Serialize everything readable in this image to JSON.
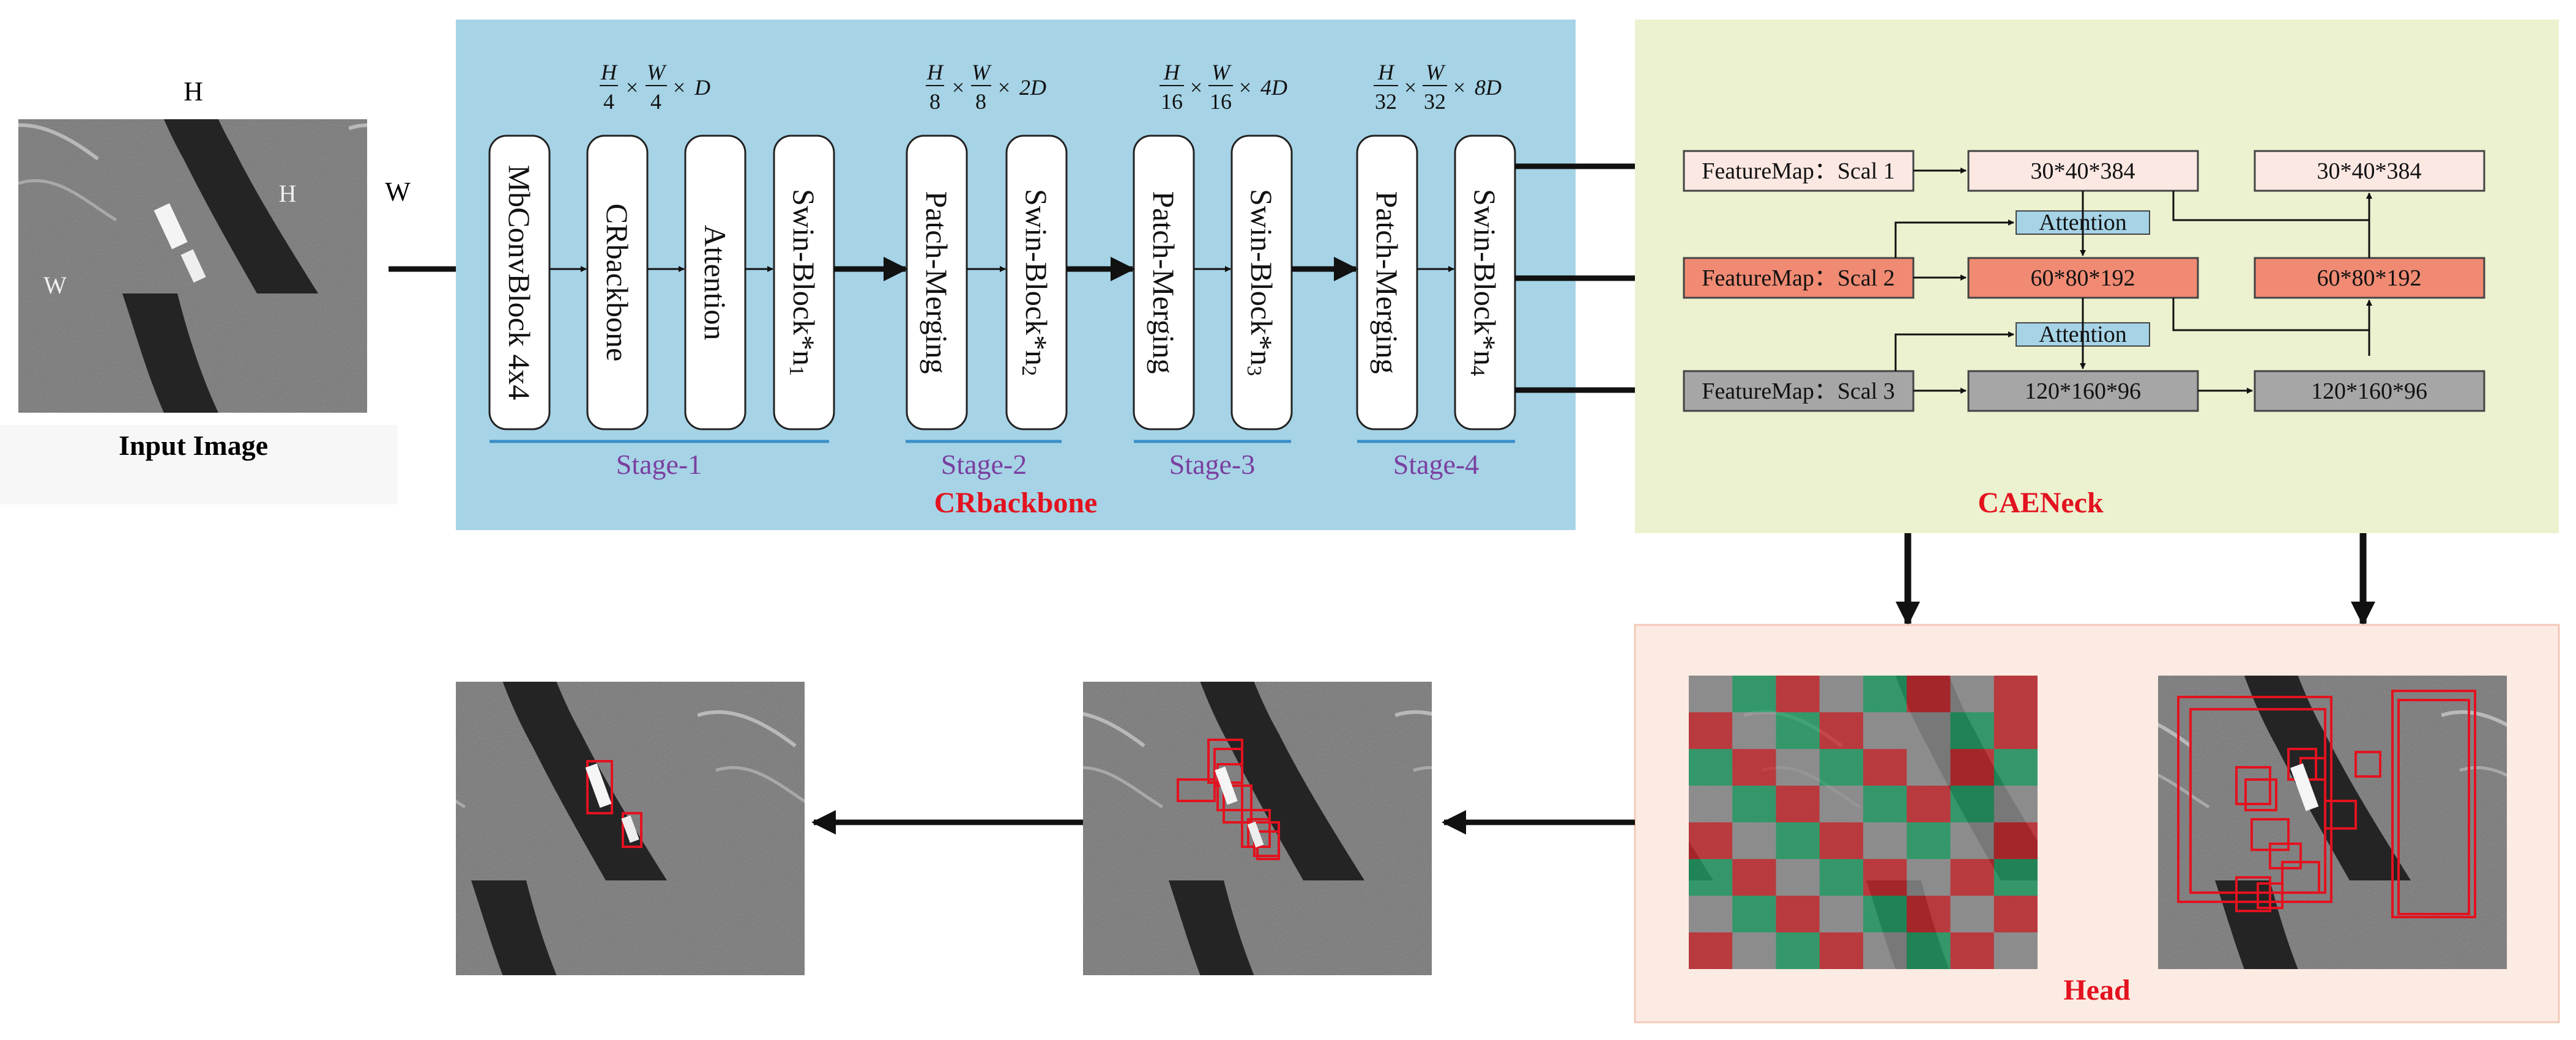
{
  "input": {
    "caption": "Input Image",
    "dim_h": "H",
    "dim_w": "W",
    "inner_h": "H",
    "inner_w": "W"
  },
  "backbone": {
    "title": "CRbackbone",
    "stages": [
      "Stage-1",
      "Stage-2",
      "Stage-3",
      "Stage-4"
    ],
    "blocks": [
      "MbConvBlock 4x4",
      "CRbackbone",
      "Attention",
      "Swin-Block*n",
      "Patch-Merging",
      "Swin-Block*n",
      "Patch-Merging",
      "Swin-Block*n",
      "Patch-Merging",
      "Swin-Block*n"
    ],
    "block_subscripts": [
      "1",
      "2",
      "3",
      "4"
    ],
    "shapes": [
      {
        "h_div": "4",
        "w_div": "4",
        "d": "D"
      },
      {
        "h_div": "8",
        "w_div": "8",
        "d": "2D"
      },
      {
        "h_div": "16",
        "w_div": "16",
        "d": "4D"
      },
      {
        "h_div": "32",
        "w_div": "32",
        "d": "8D"
      }
    ],
    "shape_h": "H",
    "shape_w": "W",
    "times": "×"
  },
  "neck": {
    "title": "CAENeck",
    "feature_maps": [
      "FeatureMap：Scal 1",
      "FeatureMap：Scal 2",
      "FeatureMap：Scal 3"
    ],
    "mid_sizes": [
      "30*40*384",
      "60*80*192",
      "120*160*96"
    ],
    "out_sizes": [
      "30*40*384",
      "60*80*192",
      "120*160*96"
    ],
    "attention": "Attention"
  },
  "head": {
    "title": "Head"
  },
  "colors": {
    "backbone_bg": "#a6d3e6",
    "neck_bg": "#ecf1cf",
    "head_bg": "#fcebe3",
    "scale1_fill": "#fbe8e3",
    "scale2_fill": "#f08a73",
    "scale3_fill": "#a6a6a6",
    "attention_fill": "#a6d3e6",
    "grid_green": "#1f9e64",
    "grid_red": "#c9262b",
    "grid_gray": "#8f8f8f",
    "box_red": "#e3121f"
  }
}
